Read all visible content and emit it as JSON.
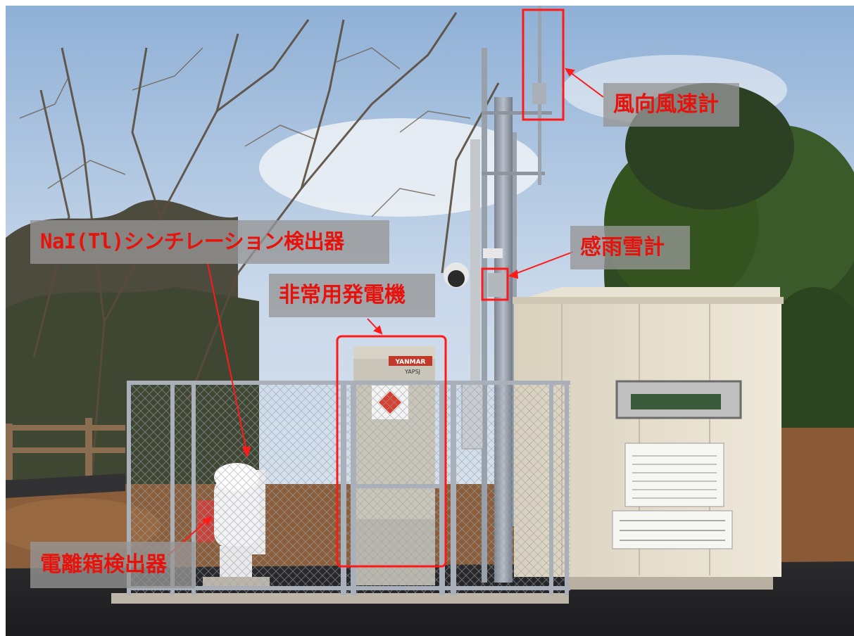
{
  "photo": {
    "subject": "monitoring-post-photo"
  },
  "callouts": {
    "anemometer": "風向風速計",
    "rain_snow_gauge": "感雨雪計",
    "generator": "非常用発電機",
    "nai_detector": "NaI(Tl)シンチレーション検出器",
    "ion_chamber": "電離箱検出器"
  },
  "signs": {
    "generator_brand": "YANMAR",
    "generator_model": "YAPSJ"
  },
  "colors": {
    "callout_text": "#e8120c",
    "callout_background": "#969696",
    "marker": "#ff1a1a"
  }
}
